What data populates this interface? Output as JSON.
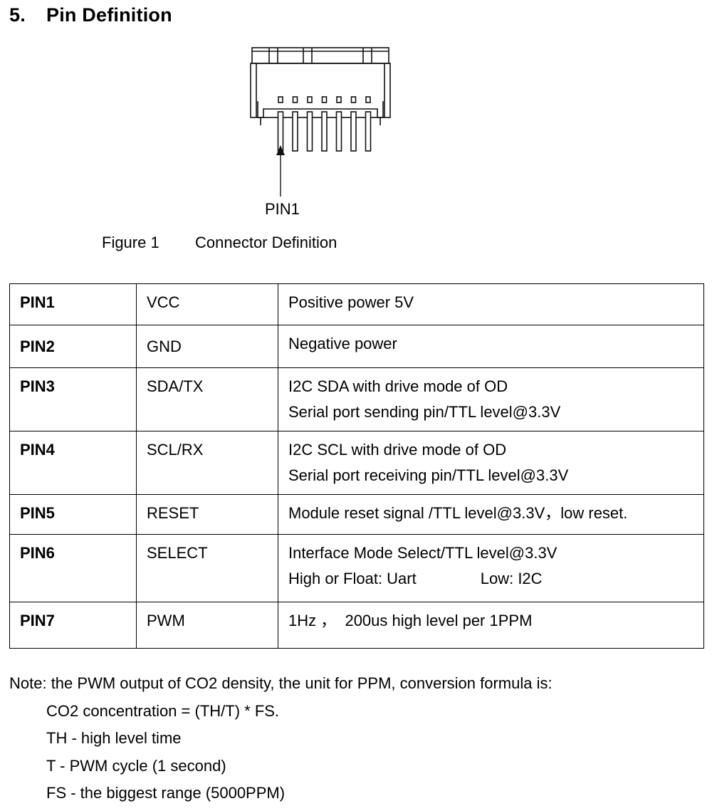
{
  "section": {
    "number": "5.",
    "title": "Pin Definition"
  },
  "figure": {
    "pin_label": "PIN1",
    "caption_number": "Figure 1",
    "caption_text": "Connector Definition"
  },
  "pins": [
    {
      "pin": "PIN1",
      "name": "VCC",
      "lines": [
        "Positive power 5V"
      ]
    },
    {
      "pin": "PIN2",
      "name": "GND",
      "lines": [
        "Negative power"
      ]
    },
    {
      "pin": "PIN3",
      "name": "SDA/TX",
      "lines": [
        "I2C SDA with drive mode of OD",
        "Serial port sending pin/TTL level@3.3V"
      ]
    },
    {
      "pin": "PIN4",
      "name": "SCL/RX",
      "lines": [
        "I2C SCL with drive mode of OD",
        "Serial port receiving pin/TTL level@3.3V"
      ]
    },
    {
      "pin": "PIN5",
      "name": "RESET",
      "lines": [
        "Module reset signal /TTL level@3.3V，low reset."
      ]
    },
    {
      "pin": "PIN6",
      "name": "SELECT",
      "lines": [
        "Interface Mode Select/TTL level@3.3V"
      ],
      "mode_uart": "High or Float: Uart",
      "mode_i2c": "Low: I2C"
    },
    {
      "pin": "PIN7",
      "name": "PWM",
      "lines": [
        "1Hz ，  200us high level per 1PPM"
      ]
    }
  ],
  "notes": {
    "intro": "Note: the PWM output of CO2 density, the unit for PPM, conversion formula is:",
    "lines": [
      "CO2 concentration = (TH/T) * FS.",
      "TH - high level time",
      "T - PWM cycle (1 second)",
      "FS - the biggest range (5000PPM)"
    ]
  }
}
